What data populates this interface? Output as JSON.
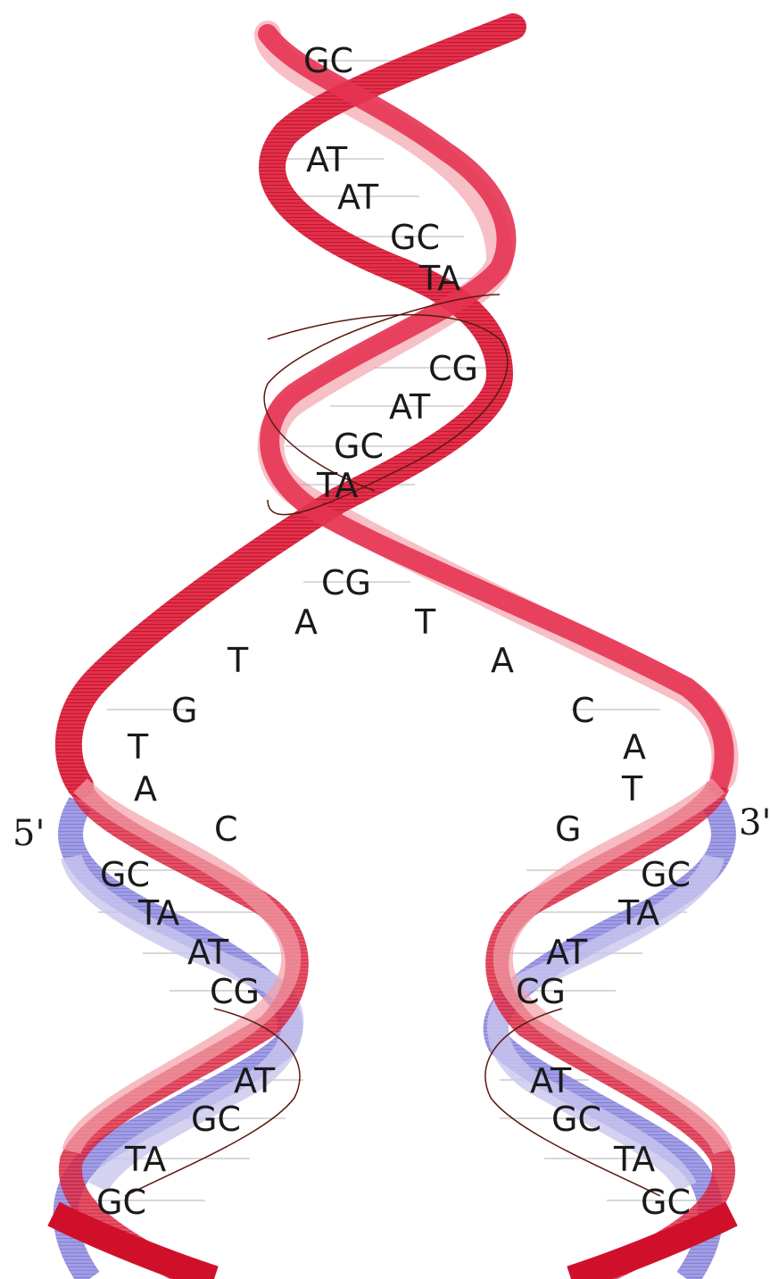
{
  "strand_colors": {
    "parent": "#dd1133",
    "parent_light": "#f2a0a8",
    "new": "#7a78d8",
    "new_light": "#c9c6ee",
    "outline": "#5a1a10"
  },
  "end_labels": {
    "left": "5'",
    "right": "3'"
  },
  "parent_helix_pairs": [
    "GC",
    "AT",
    "AT",
    "GC",
    "TA",
    "CG",
    "AT",
    "GC",
    "TA",
    "CG"
  ],
  "fork_left_bases": [
    "A",
    "T",
    "G",
    "T",
    "A",
    "C"
  ],
  "fork_right_bases": [
    "T",
    "A",
    "C",
    "A",
    "T",
    "G"
  ],
  "daughter_left_pairs": [
    "GC",
    "TA",
    "AT",
    "CG",
    "AT",
    "GC",
    "TA",
    "GC"
  ],
  "daughter_right_pairs": [
    "GC",
    "TA",
    "AT",
    "CG",
    "AT",
    "GC",
    "TA",
    "GC"
  ]
}
